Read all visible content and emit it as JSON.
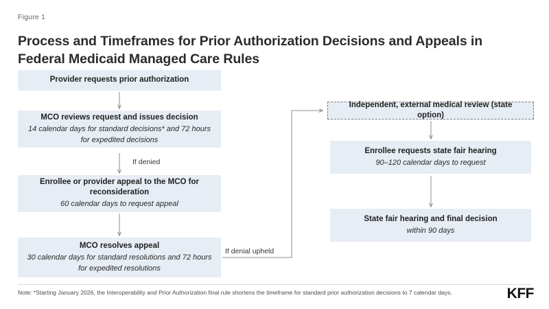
{
  "header": {
    "figure_label": "Figure 1",
    "title": "Process and Timeframes for Prior Authorization Decisions and Appeals in Federal Medicaid Managed Care Rules"
  },
  "flowchart": {
    "type": "process-flow",
    "left_column": [
      {
        "id": "provider-request",
        "head": "Provider requests prior authorization",
        "sub": "",
        "style": "solid"
      },
      {
        "id": "mco-review",
        "head": "MCO reviews request and issues decision",
        "sub": "14 calendar days for standard decisions* and 72 hours for expedited decisions",
        "style": "solid"
      },
      {
        "id": "mco-appeal",
        "head": "Enrollee or provider appeal to the MCO for reconsideration",
        "sub": "60 calendar days to request appeal",
        "style": "solid"
      },
      {
        "id": "mco-resolve",
        "head": "MCO resolves appeal",
        "sub": "30 calendar days for standard resolutions and 72 hours for expedited resolutions",
        "style": "solid"
      }
    ],
    "right_column": [
      {
        "id": "external-review",
        "head": "Independent, external medical review (state option)",
        "sub": "",
        "style": "dashed"
      },
      {
        "id": "state-fair-hearing-request",
        "head": "Enrollee requests state fair hearing",
        "sub": "90–120 calendar days to request",
        "style": "solid"
      },
      {
        "id": "state-fair-hearing-decision",
        "head": "State fair hearing and final decision",
        "sub": "within 90 days",
        "style": "solid"
      }
    ],
    "edge_labels": {
      "if_denied": "If denied",
      "if_denial_upheld": "If denial upheld"
    },
    "colors": {
      "node_fill": "#e7edf4",
      "dashed_border": "#7a7a7a",
      "connector": "#8c8c8c",
      "title_text": "#2b2b2b"
    }
  },
  "footer": {
    "note": "Note: *Starting January 2026, the Interoperability and Prior Authorization final rule shortens the timeframe for standard prior authorization decisions to 7 calendar days.",
    "logo": "KFF"
  }
}
